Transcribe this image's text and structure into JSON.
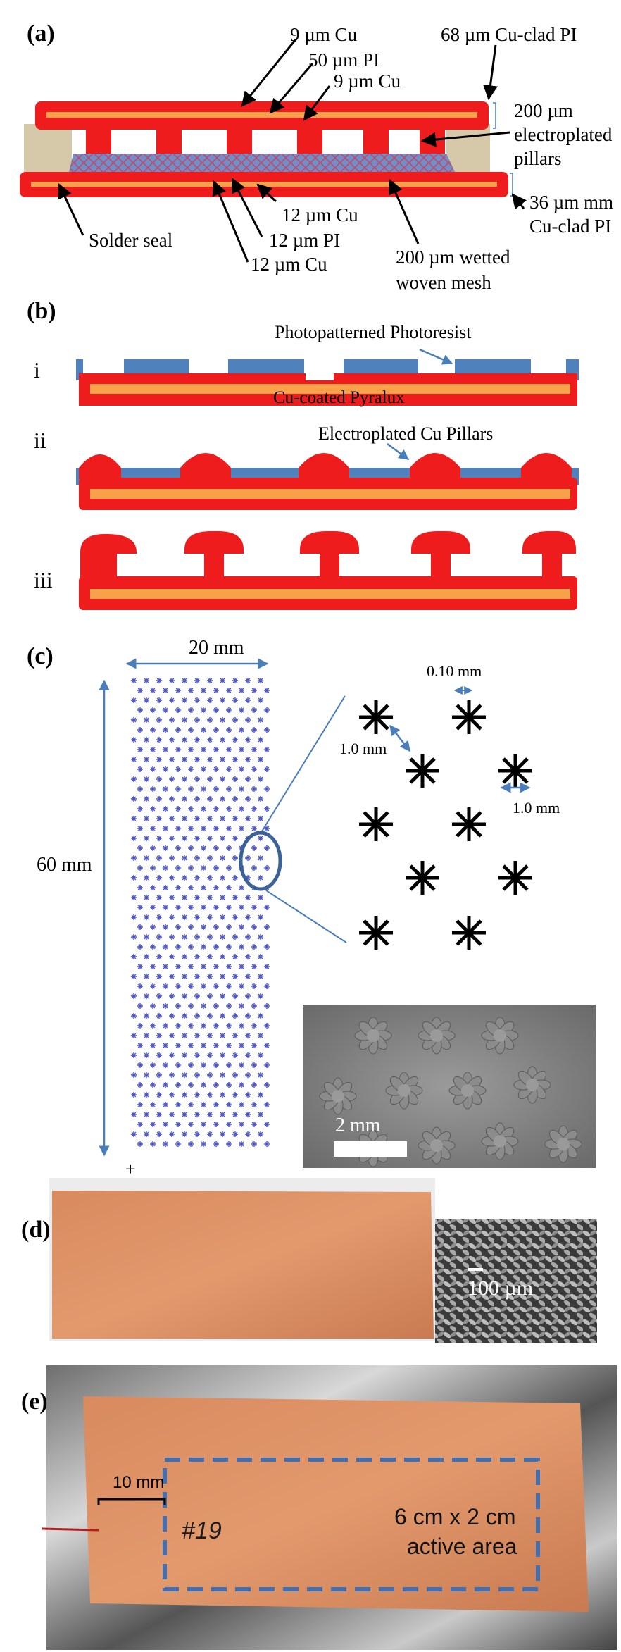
{
  "panels": {
    "a": {
      "label": "(a)",
      "annotations": {
        "cu9_top": "9 µm Cu",
        "pi50": "50 µm PI",
        "cu9_mid": "9 µm Cu",
        "cuclad68": "68 µm Cu-clad PI",
        "pillars_1": "200 µm",
        "pillars_2": "electroplated",
        "pillars_3": "pillars",
        "cuclad36_1": "36 µm mm",
        "cuclad36_2": "Cu-clad PI",
        "solder": "Solder seal",
        "cu12_a": "12 µm Cu",
        "pi12": "12 µm PI",
        "cu12_b": "12 µm Cu",
        "mesh_1": "200 µm wetted",
        "mesh_2": "woven mesh"
      }
    },
    "b": {
      "label": "(b)",
      "steps": [
        "i",
        "ii",
        "iii"
      ],
      "annotations": {
        "photoresist": "Photopatterned Photoresist",
        "pyralux": "Cu-coated Pyralux",
        "pillars": "Electroplated Cu Pillars"
      }
    },
    "c": {
      "label": "(c)",
      "width": "20 mm",
      "height": "60 mm",
      "gap": "0.10 mm",
      "pitch_diag": "1.0 mm",
      "pitch_h": "1.0 mm",
      "scale": "2 mm"
    },
    "d": {
      "label": "(d)",
      "scale": "100 µm"
    },
    "e": {
      "label": "(e)",
      "width_label": "10 mm",
      "area_1": "6 cm x 2 cm",
      "area_2": "active area",
      "handwriting": "#19"
    }
  },
  "colors": {
    "copper_red": "#ee1c1c",
    "core_orange": "#f7a24a",
    "photoresist_blue": "#4f81bd",
    "arrow_blue": "#4a7ebb",
    "dash_blue": "#3f6fb4",
    "solder_tan": "#d5c9a9"
  }
}
